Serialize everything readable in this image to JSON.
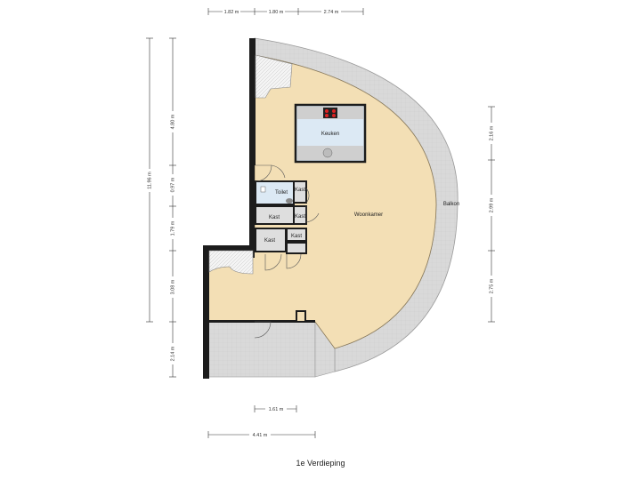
{
  "floor_title": "1e Verdieping",
  "rooms": {
    "woonkamer": "Woonkamer",
    "keuken": "Keuken",
    "toilet": "Toilet",
    "balkon": "Balkon",
    "kast_1": "Kast",
    "kast_2": "Kast",
    "kast_3": "Kast",
    "kast_4": "Kast",
    "kast_5": "Kast"
  },
  "dimensions": {
    "top": [
      "1.82 m",
      "1.80 m",
      "2.74 m"
    ],
    "left_total": "11.96 m",
    "left": [
      "4.80 m",
      "0.97 m",
      "1.79 m",
      "3.08 m",
      "2.14 m"
    ],
    "right": [
      "2.16 m",
      "2.99 m",
      "2.75 m"
    ],
    "bottom": [
      "1.61 m",
      "4.41 m"
    ]
  },
  "colors": {
    "floor": "#f3dfb5",
    "balcony": "#d8d8d8",
    "kitchen": "#dce9f4",
    "closet": "#dedede",
    "walls": "#1c1c1c"
  }
}
